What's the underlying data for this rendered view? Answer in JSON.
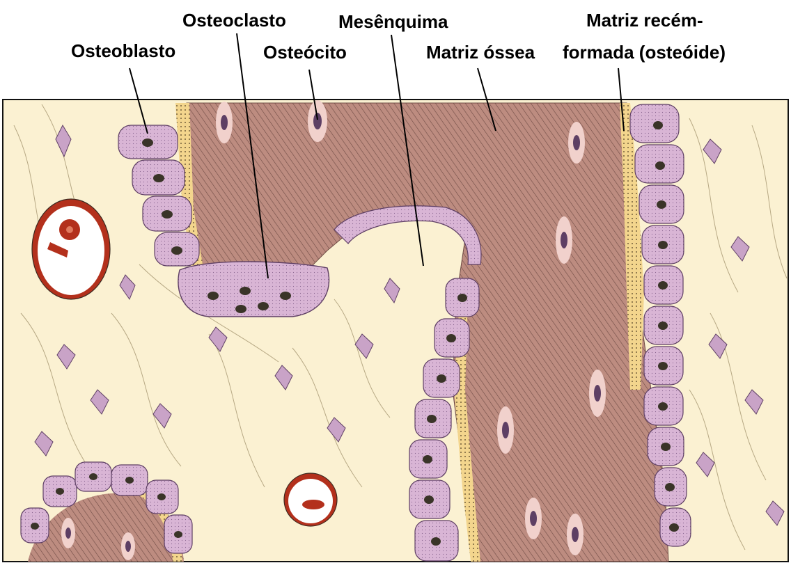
{
  "labels": {
    "osteoblasto": "Osteoblasto",
    "osteoclasto": "Osteoclasto",
    "osteocito": "Osteócito",
    "mesenquima": "Mesênquima",
    "matriz_ossea": "Matriz óssea",
    "matriz_recem_line1": "Matriz recém-",
    "matriz_recem_line2": "formada (osteóide)"
  },
  "colors": {
    "background": "#ffffff",
    "mesenchyme": "#fbf1d2",
    "bone_matrix": "#b9877b",
    "bone_hatch": "#6e4a44",
    "osteoid": "#f3d58d",
    "cell_purple": "#d7b1d3",
    "cell_outline": "#5e3f64",
    "nucleus": "#3a3428",
    "lacuna": "#f1d1cc",
    "blood_vessel_red": "#b3301c",
    "vessel_lumen": "#ffffff"
  }
}
